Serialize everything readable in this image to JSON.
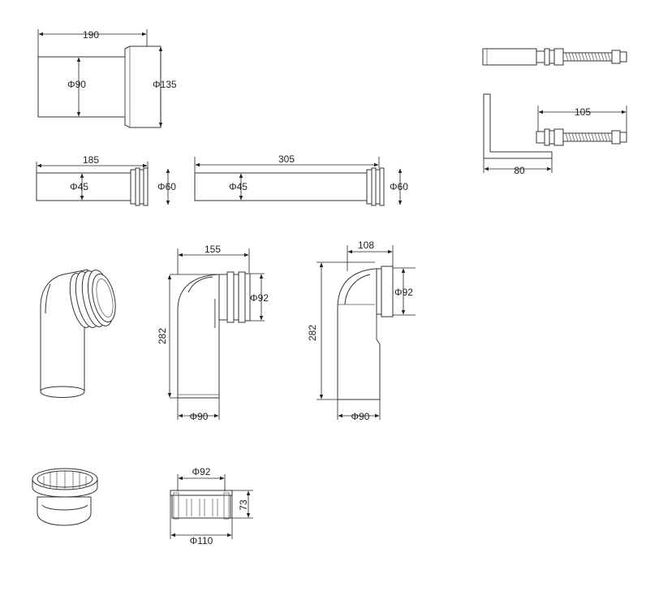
{
  "dimensions": {
    "straight_socket": {
      "length": "190",
      "inner_dia": "Φ90",
      "outer_dia": "Φ135"
    },
    "short_pipe": {
      "length": "185",
      "inner_dia": "Φ45",
      "outer_dia": "Φ60"
    },
    "long_pipe": {
      "length": "305",
      "inner_dia": "Φ45",
      "outer_dia": "Φ60"
    },
    "bracket_kit": {
      "length": "105",
      "foot": "80"
    },
    "bend_pan_connector": {
      "width": "155",
      "height": "282",
      "socket_dia": "Φ92",
      "base_dia": "Φ90"
    },
    "offset_pan_connector": {
      "width": "108",
      "height": "282",
      "socket_dia": "Φ92",
      "base_dia": "Φ90"
    },
    "pan_collar": {
      "top_dia": "Φ92",
      "height": "73",
      "bottom_dia": "Φ110"
    }
  },
  "colors": {
    "line": "#333333",
    "background": "#ffffff"
  }
}
